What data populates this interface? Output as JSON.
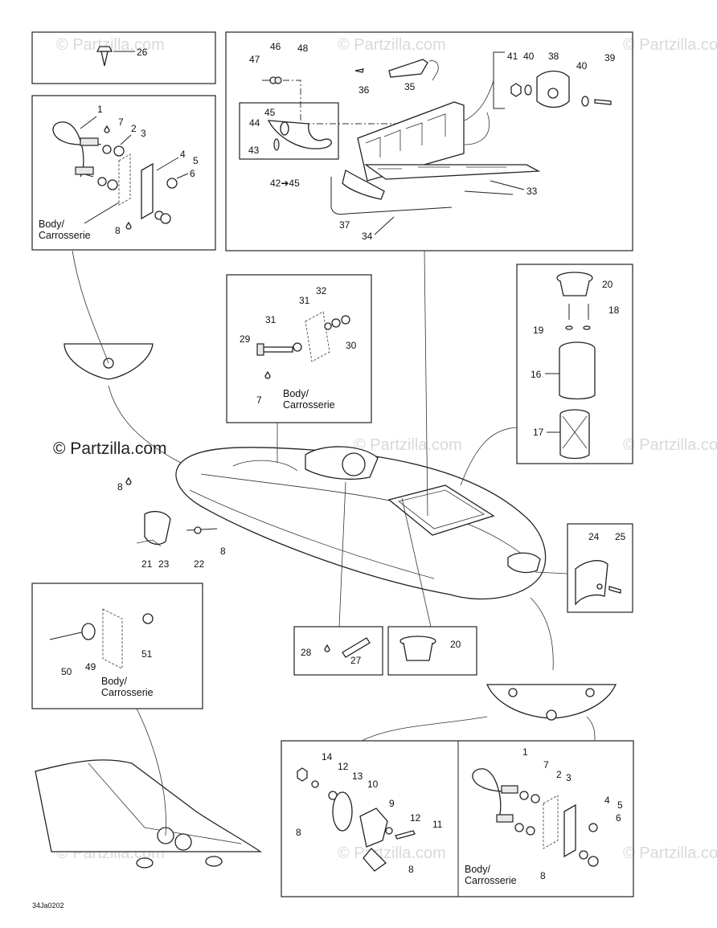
{
  "watermark": "© Partzilla.com",
  "copyright": "© Partzilla.com",
  "diagram_ref": "34Ja0202",
  "labels": {
    "body_fr_a": "Body/",
    "body_fr_b": "Carrosserie",
    "range_42_45": "42➔45"
  },
  "callouts": [
    "1",
    "2",
    "3",
    "4",
    "5",
    "6",
    "7",
    "8",
    "9",
    "10",
    "11",
    "12",
    "13",
    "14",
    "16",
    "17",
    "18",
    "19",
    "20",
    "21",
    "22",
    "23",
    "24",
    "25",
    "26",
    "27",
    "28",
    "29",
    "30",
    "31",
    "32",
    "33",
    "34",
    "35",
    "36",
    "37",
    "38",
    "39",
    "40",
    "41",
    "42",
    "43",
    "44",
    "45",
    "46",
    "47",
    "48",
    "49",
    "50",
    "51"
  ]
}
